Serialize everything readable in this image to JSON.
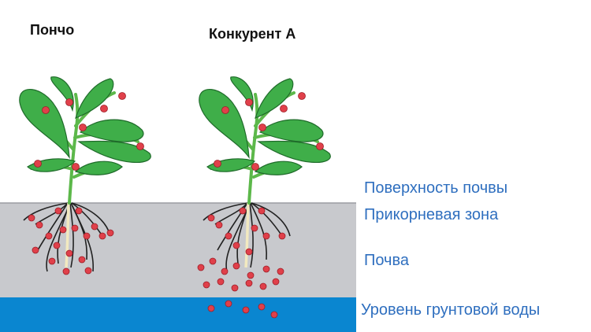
{
  "plants": {
    "left_label": "Пончо",
    "right_label": "Конкурент А"
  },
  "layers": {
    "surface": "Поверхность почвы",
    "root_zone": "Прикорневая зона",
    "soil": "Почва",
    "groundwater": "Уровень грунтовой воды"
  },
  "colors": {
    "leaf": "#3fae49",
    "leaf_edge": "#1f6b2a",
    "stem": "#5cb84a",
    "soil": "#c8c9cd",
    "water": "#0a86d0",
    "particle": "#e0404a",
    "label_blue": "#2f6fbf",
    "root": "#222222",
    "taproot": "#f2e9c0"
  }
}
